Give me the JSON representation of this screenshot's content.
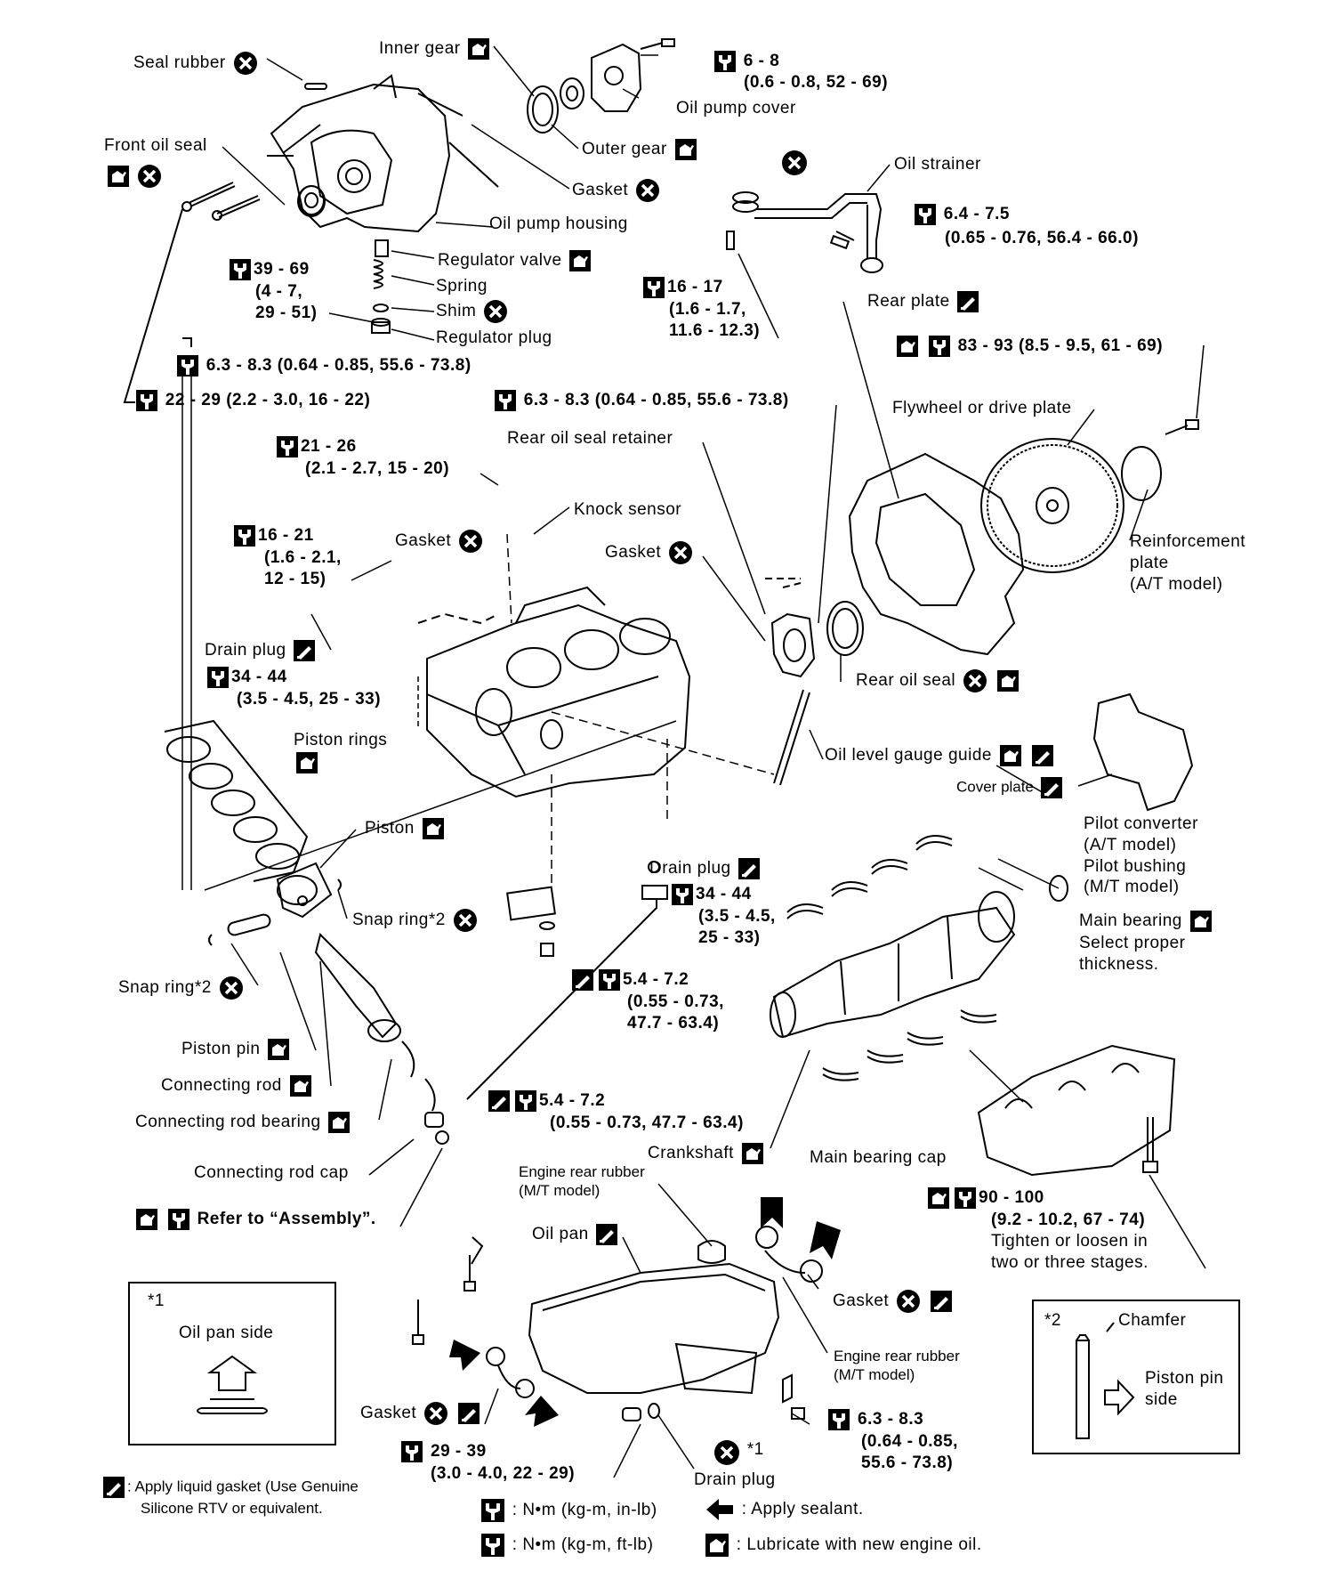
{
  "labels": {
    "seal_rubber": "Seal rubber",
    "inner_gear": "Inner gear",
    "torque_6_8_a": "6 - 8",
    "torque_6_8_b": "(0.6 - 0.8, 52 - 69)",
    "oil_pump_cover": "Oil pump cover",
    "front_oil_seal": "Front oil seal",
    "outer_gear": "Outer gear",
    "gasket": "Gasket",
    "oil_strainer": "Oil strainer",
    "torque_64_75_a": "6.4 - 7.5",
    "torque_64_75_b": "(0.65 - 0.76, 56.4 - 66.0)",
    "oil_pump_housing": "Oil pump housing",
    "regulator_valve": "Regulator valve",
    "spring": "Spring",
    "shim": "Shim",
    "regulator_plug": "Regulator plug",
    "torque_39_69": [
      "39 - 69",
      "(4 - 7,",
      "29 - 51)"
    ],
    "torque_16_17": [
      "16 - 17",
      "(1.6 - 1.7,",
      "11.6 - 12.3)"
    ],
    "rear_plate": "Rear plate",
    "torque_83_93": "83 - 93 (8.5 - 9.5, 61 - 69)",
    "torque_63_83_left": "6.3 - 8.3 (0.64 - 0.85, 55.6 - 73.8)",
    "torque_22_29": "22 - 29 (2.2 - 3.0, 16 - 22)",
    "torque_63_83_mid": "6.3 - 8.3 (0.64 - 0.85, 55.6 - 73.8)",
    "flywheel": "Flywheel or drive plate",
    "rear_oil_seal_retainer": "Rear oil seal retainer",
    "torque_21_26": [
      "21 - 26",
      "(2.1 - 2.7, 15 - 20)"
    ],
    "knock_sensor": "Knock sensor",
    "reinforcement_plate": [
      "Reinforcement",
      "plate",
      "(A/T model)"
    ],
    "torque_16_21": [
      "16 - 21",
      "(1.6 - 2.1,",
      "12 - 15)"
    ],
    "drain_plug": "Drain plug",
    "torque_34_44_left": [
      "34 - 44",
      "(3.5 - 4.5, 25 - 33)"
    ],
    "rear_oil_seal": "Rear oil seal",
    "piston_rings": "Piston rings",
    "oil_level_gauge_guide": "Oil level gauge guide",
    "cover_plate": "Cover plate",
    "piston": "Piston",
    "pilot_converter": [
      "Pilot converter",
      "(A/T model)",
      "Pilot bushing",
      "(M/T model)"
    ],
    "torque_34_44_right": [
      "34 - 44",
      "(3.5 - 4.5,",
      "25 - 33)"
    ],
    "snap_ring_2": "Snap ring*2",
    "main_bearing": "Main bearing",
    "main_bearing_note": [
      "Select proper",
      "thickness."
    ],
    "torque_54_72_a": [
      "5.4 - 7.2",
      "(0.55 - 0.73,",
      "47.7 - 63.4)"
    ],
    "piston_pin": "Piston pin",
    "connecting_rod": "Connecting rod",
    "connecting_rod_bearing": "Connecting rod bearing",
    "torque_54_72_b": [
      "5.4 - 7.2",
      "(0.55 - 0.73, 47.7 - 63.4)"
    ],
    "crankshaft": "Crankshaft",
    "main_bearing_cap": "Main bearing cap",
    "connecting_rod_cap": "Connecting rod cap",
    "engine_rear_rubber": "Engine rear rubber",
    "mt_model": "(M/T model)",
    "refer_assembly": "Refer to “Assembly”.",
    "torque_90_100": [
      "90 - 100",
      "(9.2 - 10.2, 67 - 74)",
      "Tighten or loosen in",
      "two or three stages."
    ],
    "oil_pan": "Oil pan",
    "box1_tag": "*1",
    "oil_pan_side": "Oil pan side",
    "box2_tag": "*2",
    "chamfer": "Chamfer",
    "piston_pin_side": [
      "Piston pin",
      "side"
    ],
    "torque_29_39": [
      "29 - 39",
      "(3.0 - 4.0, 22 - 29)"
    ],
    "drain_plug_star": "*1",
    "torque_63_83_bottom": [
      "6.3 - 8.3",
      "(0.64 - 0.85,",
      "55.6 - 73.8)"
    ]
  },
  "legend": {
    "liquid_gasket": [
      "Apply liquid gasket (Use Genuine",
      "Silicone RTV or equivalent."
    ],
    "nm_in_lb": ": N•m (kg-m, in-lb)",
    "nm_ft_lb": ": N•m (kg-m, ft-lb)",
    "apply_sealant": ": Apply sealant.",
    "lubricate": ": Lubricate with new engine oil."
  },
  "icons": [
    "replace-x-icon",
    "oil-can-icon",
    "torque-wrench-icon",
    "liquid-gasket-icon",
    "sealant-arrow-icon"
  ]
}
